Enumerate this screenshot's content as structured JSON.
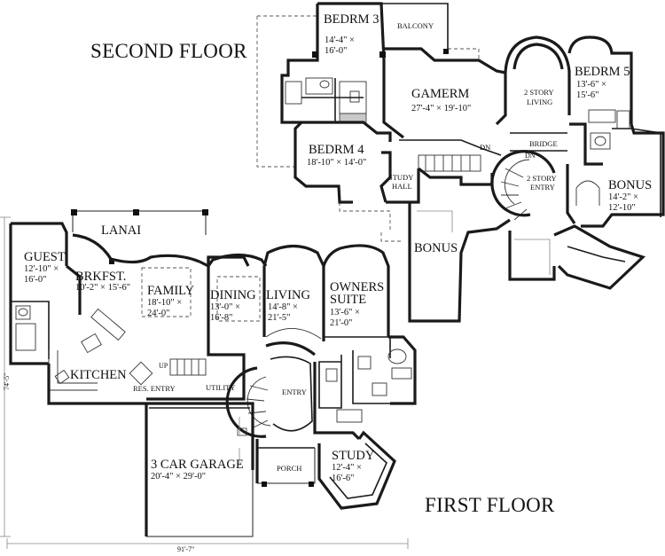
{
  "labels": {
    "second_floor": "SECOND FLOOR",
    "first_floor": "FIRST FLOOR"
  },
  "rooms": {
    "bedrm3": {
      "name": "BEDRM 3",
      "dim1": "14'-4\" ×",
      "dim2": "16'-0\""
    },
    "balcony": {
      "name": "BALCONY"
    },
    "gamerm": {
      "name": "GAMERM",
      "dim": "27'-4\" × 19'-10\""
    },
    "two_story_living": {
      "line1": "2 STORY",
      "line2": "LIVING"
    },
    "bedrm5": {
      "name": "BEDRM 5",
      "dim1": "13'-6\" ×",
      "dim2": "15'-6\""
    },
    "bedrm4": {
      "name": "BEDRM 4",
      "dim": "18'-10\" × 14'-0\""
    },
    "bridge": {
      "name": "BRIDGE"
    },
    "dn_upper": {
      "name": "DN"
    },
    "dn_stair": {
      "name": "DN"
    },
    "two_story_entry": {
      "line1": "2 STORY",
      "line2": "ENTRY"
    },
    "study_hall": {
      "line1": "STUDY",
      "line2": "HALL"
    },
    "bonus_upper": {
      "name": "BONUS",
      "dim1": "14'-2\" ×",
      "dim2": "12'-10\""
    },
    "bonus_lower": {
      "name": "BONUS"
    },
    "lanai": {
      "name": "LANAI"
    },
    "guest": {
      "name": "GUEST",
      "dim1": "12'-10\" ×",
      "dim2": "16'-0\""
    },
    "brkfst": {
      "name": "BRKFST.",
      "dim": "10'-2\" × 15'-6\""
    },
    "family": {
      "name": "FAMILY",
      "dim1": "18'-10\" ×",
      "dim2": "24'-0\""
    },
    "dining": {
      "name": "DINING",
      "dim1": "13'-0\" ×",
      "dim2": "16'-8\""
    },
    "living": {
      "name": "LIVING",
      "dim1": "14'-8\" ×",
      "dim2": "21'-5\""
    },
    "owners_suite": {
      "line1": "OWNERS",
      "line2": "SUITE",
      "dim1": "13'-6\" ×",
      "dim2": "21'-0\""
    },
    "kitchen": {
      "name": "KITCHEN"
    },
    "res_entry": {
      "name": "RES. ENTRY"
    },
    "utility": {
      "name": "UTILITY"
    },
    "entry": {
      "name": "ENTRY"
    },
    "up": {
      "name": "UP"
    },
    "garage": {
      "name": "3 CAR GARAGE",
      "dim": "20'-4\" × 29'-0\""
    },
    "porch": {
      "name": "PORCH"
    },
    "study": {
      "name": "STUDY",
      "dim1": "12'-4\" ×",
      "dim2": "16'-6\""
    }
  },
  "dimensions": {
    "overall_depth": "74'-5\"",
    "overall_width": "91'-7\""
  }
}
